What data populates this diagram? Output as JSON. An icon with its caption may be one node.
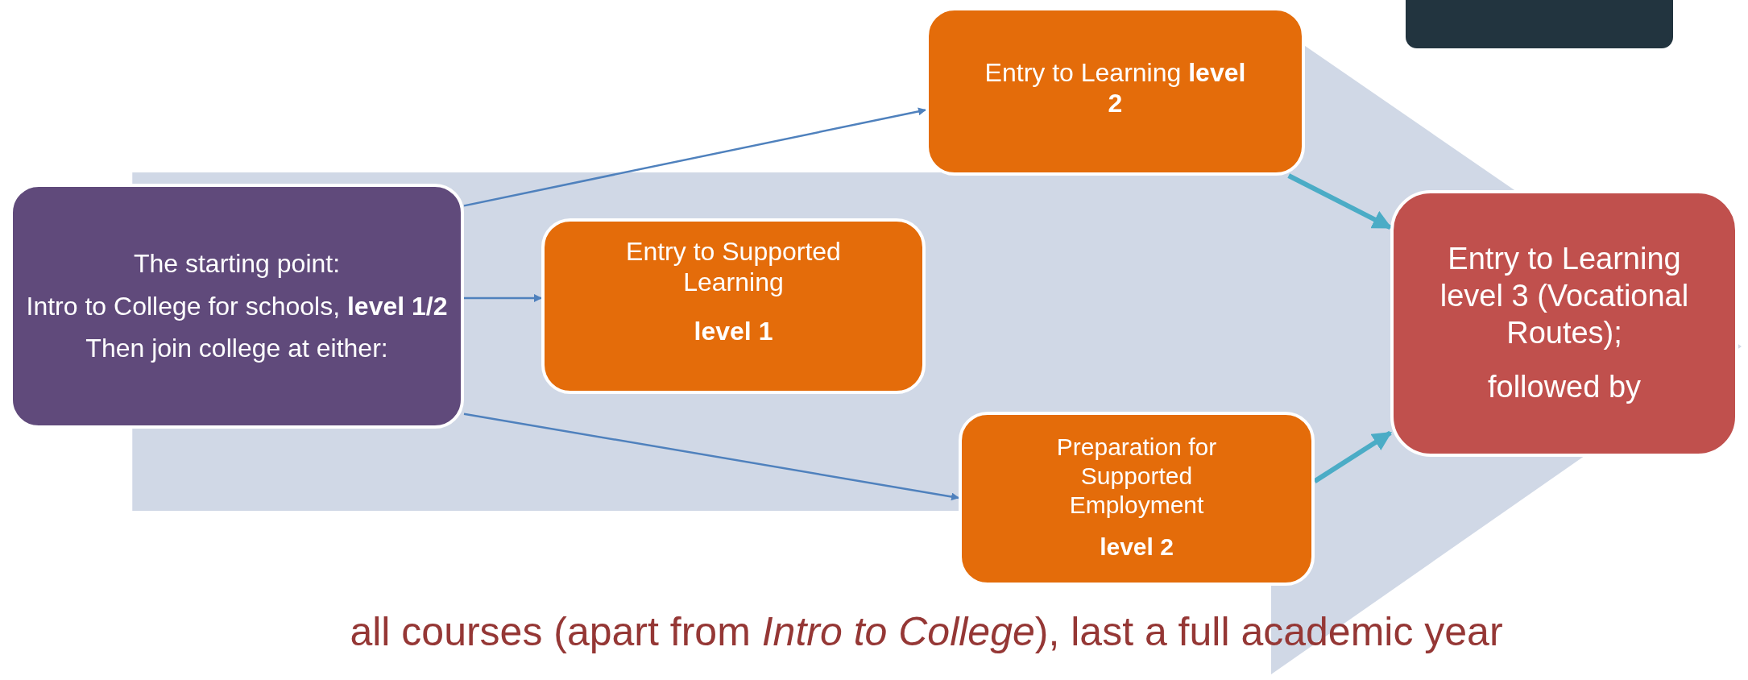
{
  "diagram": {
    "caption": "all courses (apart from *Intro to College*), last a full academic year",
    "nodes": [
      {
        "text": [
          "The starting point:",
          "Intro to College for schools, **level 1/2**",
          "Then join college at either:"
        ]
      },
      {
        "text": [
          "Entry to Learning **level 2**"
        ]
      },
      {
        "text": [
          "Entry to Supported Learning",
          "**level 1**"
        ]
      },
      {
        "text": [
          "Preparation for Supported Employment",
          "**level 2**"
        ]
      },
      {
        "text": [
          "Entry to Learning level 3 (Vocational Routes);",
          "followed by"
        ]
      },
      {
        "text": [],
        "shape": "box"
      }
    ],
    "edges": [
      {
        "from": 0,
        "to": 4,
        "arrow": "to",
        "color": "#d0d8e6"
      },
      {
        "from": 0,
        "to": 1,
        "arrow": "to"
      },
      {
        "from": 0,
        "to": 2,
        "arrow": "to"
      },
      {
        "from": 0,
        "to": 3,
        "arrow": "to"
      },
      {
        "from": 1,
        "to": 4,
        "arrow": "to",
        "style": "thick",
        "color": "#4bacc6"
      },
      {
        "from": 3,
        "to": 4,
        "arrow": "to",
        "style": "thick",
        "color": "#4bacc6"
      }
    ]
  }
}
